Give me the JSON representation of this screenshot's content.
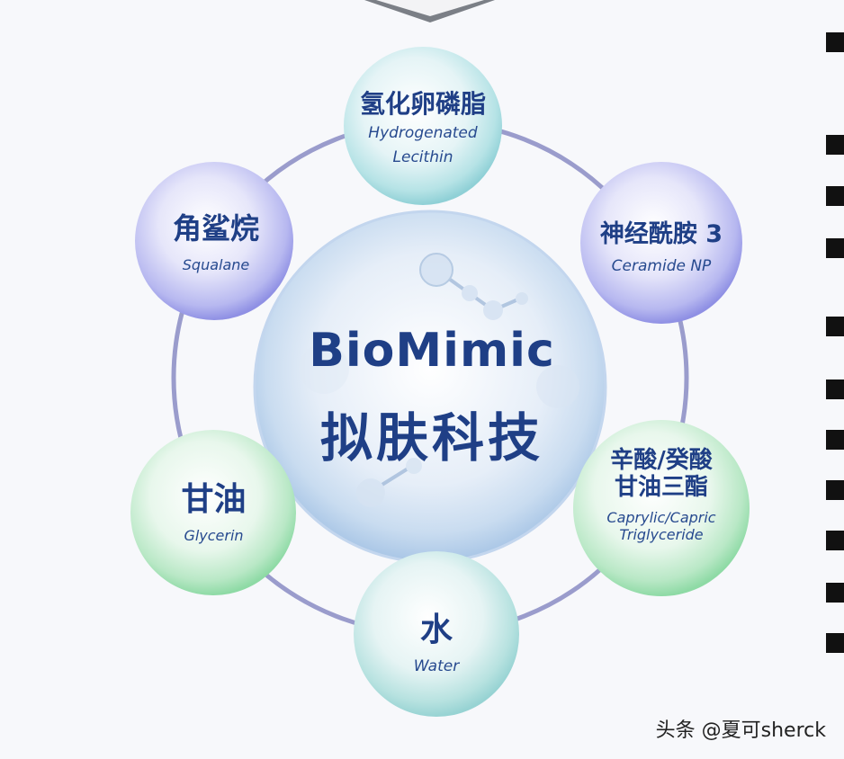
{
  "center": {
    "title": "BioMimic",
    "subtitle": "拟肤科技"
  },
  "nodes": {
    "top": {
      "cn": "氢化卵磷脂",
      "en1": "Hydrogenated",
      "en2": "Lecithin"
    },
    "top_right": {
      "cn": "神经酰胺 3",
      "en1": "Ceramide NP"
    },
    "top_left": {
      "cn": "角鲨烷",
      "en1": "Squalane"
    },
    "bottom_left": {
      "cn": "甘油",
      "en1": "Glycerin"
    },
    "bottom_right": {
      "cn1": "辛酸/癸酸",
      "cn2": "甘油三酯",
      "en1": "Caprylic/Capric",
      "en2": "Triglyceride"
    },
    "bottom": {
      "cn": "水",
      "en1": "Water"
    }
  },
  "watermark": "头条 @夏可sherck",
  "colors": {
    "text": "#1f3f86",
    "ring": "#8f93c9",
    "purple": "#7a7fe0",
    "green": "#7fd49a",
    "teal": "#8fd8d8"
  }
}
